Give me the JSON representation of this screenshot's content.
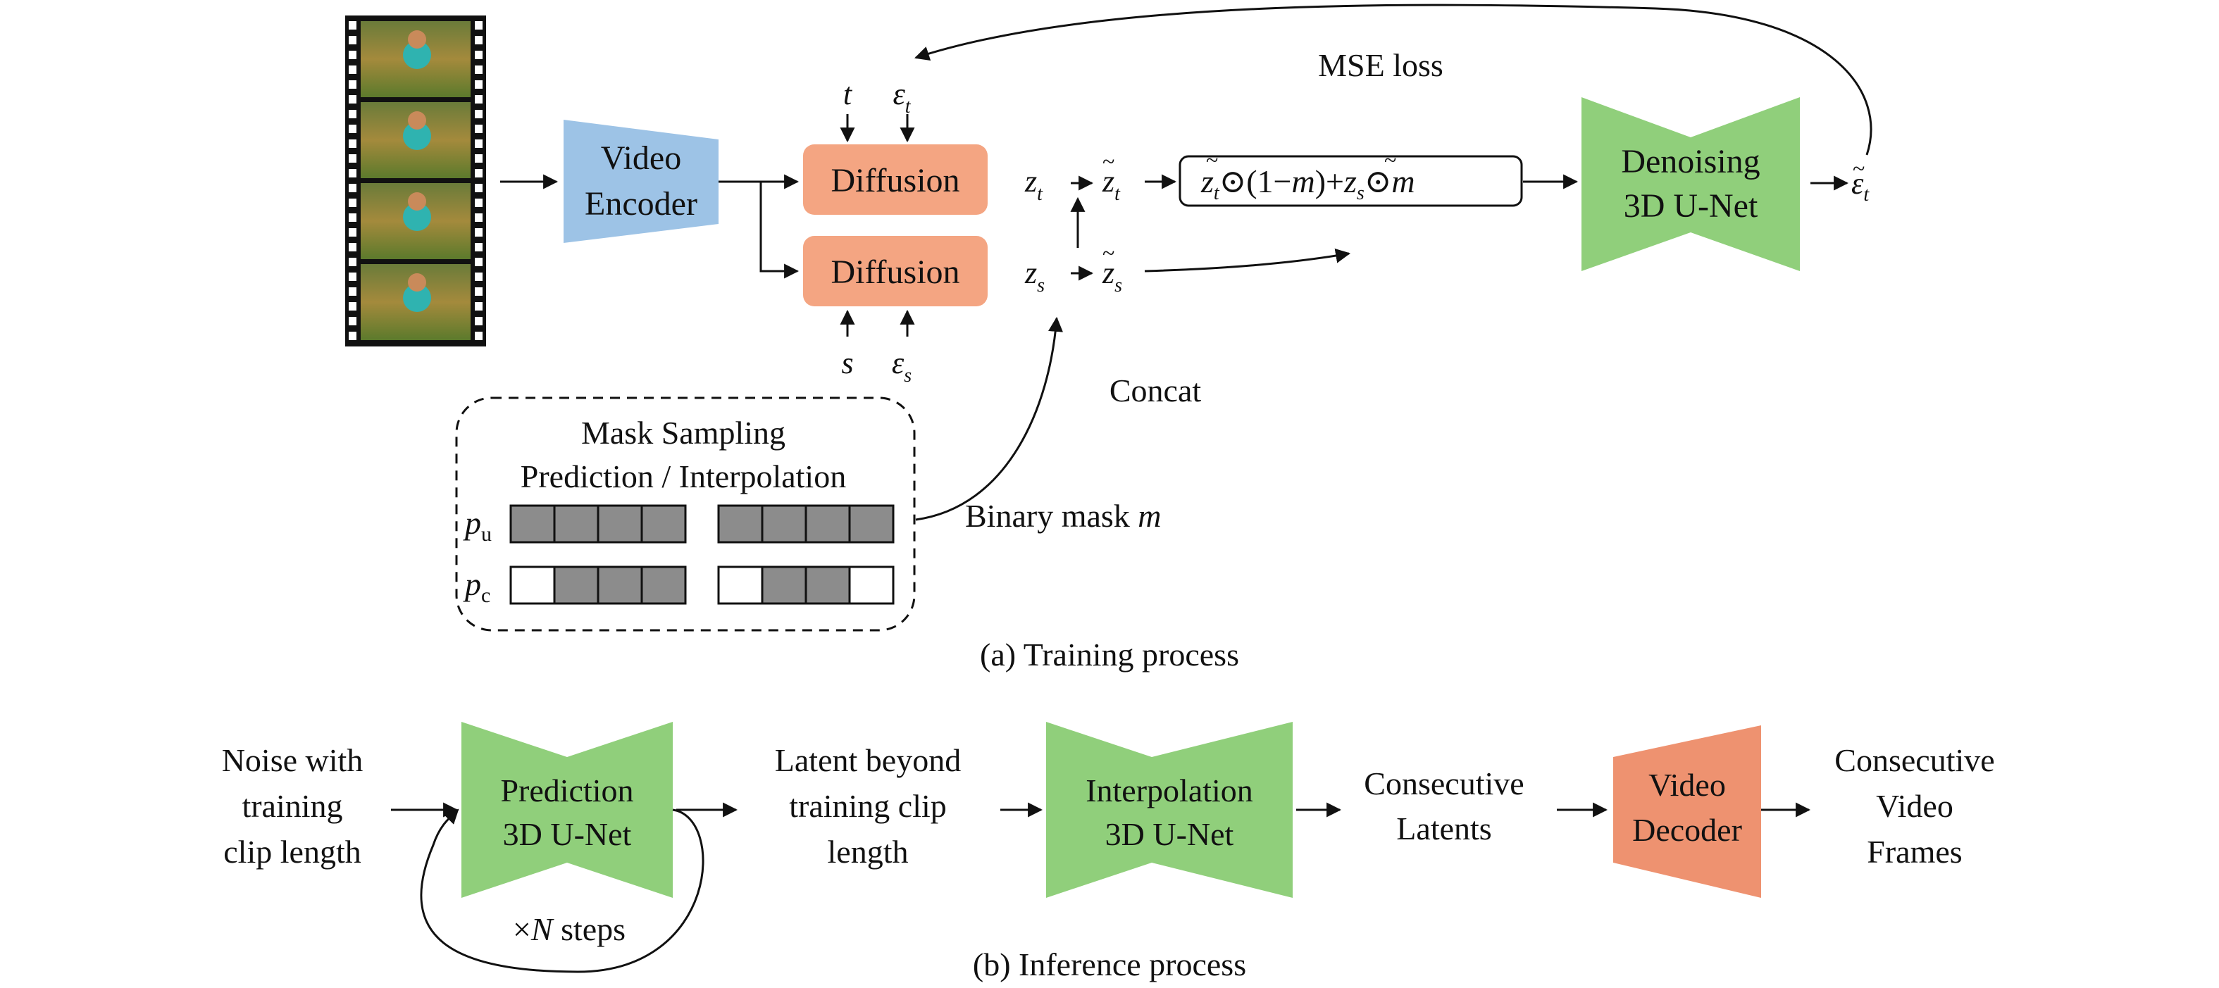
{
  "film": {
    "icon": "film-strip-video-frames"
  },
  "training": {
    "video_encoder": [
      "Video",
      "Encoder"
    ],
    "diffusion_top": "Diffusion",
    "diffusion_bottom": "Diffusion",
    "t_label": "t",
    "eps_t_label": "ε",
    "eps_t_sub": "t",
    "s_label": "s",
    "eps_s_label": "ε",
    "eps_s_sub": "s",
    "z_t": "z",
    "z_t_sub": "t",
    "z_s": "z",
    "z_s_sub": "s",
    "zt_tilde": "z",
    "zt_tilde_sub": "t",
    "zs_tilde": "z",
    "zs_tilde_sub": "s",
    "formula": {
      "a": "z",
      "a_sub": "t",
      "mid": "⊙(1−",
      "m1": "m",
      "mid2": ")+",
      "b": "z",
      "b_sub": "s",
      "dot": "⊙",
      "m2": "m"
    },
    "mse_loss": "MSE loss",
    "denoising": [
      "Denoising",
      "3D U-Net"
    ],
    "eps_out": "ε",
    "eps_out_sub": "t",
    "concat": "Concat",
    "binary_mask_text": "Binary mask ",
    "binary_mask_m": "m",
    "mask_sampling_title": "Mask Sampling",
    "mask_sampling_sub": "Prediction / Interpolation",
    "pu_label": "p",
    "pu_sub": "u",
    "pc_label": "p",
    "pc_sub": "c",
    "mask_rows": {
      "pu": {
        "prediction": [
          1,
          1,
          1,
          1
        ],
        "interpolation": [
          1,
          1,
          1,
          1
        ]
      },
      "pc": {
        "prediction": [
          0,
          1,
          1,
          1
        ],
        "interpolation": [
          0,
          1,
          1,
          0
        ]
      }
    },
    "caption": "(a) Training process"
  },
  "inference": {
    "noise_text": [
      "Noise with",
      "training",
      "clip length"
    ],
    "prediction_unet": [
      "Prediction",
      "3D U-Net"
    ],
    "n_steps_prefix": "×",
    "n_steps_n": "N",
    "n_steps_suffix": " steps",
    "latent_text": [
      "Latent beyond",
      "training clip",
      "length"
    ],
    "interpolation_unet": [
      "Interpolation",
      "3D U-Net"
    ],
    "consecutive_latents": [
      "Consecutive",
      "Latents"
    ],
    "video_decoder": [
      "Video",
      "Decoder"
    ],
    "consecutive_frames": [
      "Consecutive",
      "Video",
      "Frames"
    ],
    "caption": "(b) Inference process"
  },
  "colors": {
    "encoder_blue": "#9dc3e6",
    "diffusion_orange": "#f4a582",
    "decoder_orange": "#ee9270",
    "unet_green": "#90cf7b",
    "mask_gray": "#8c8c8c",
    "line": "#111111"
  }
}
